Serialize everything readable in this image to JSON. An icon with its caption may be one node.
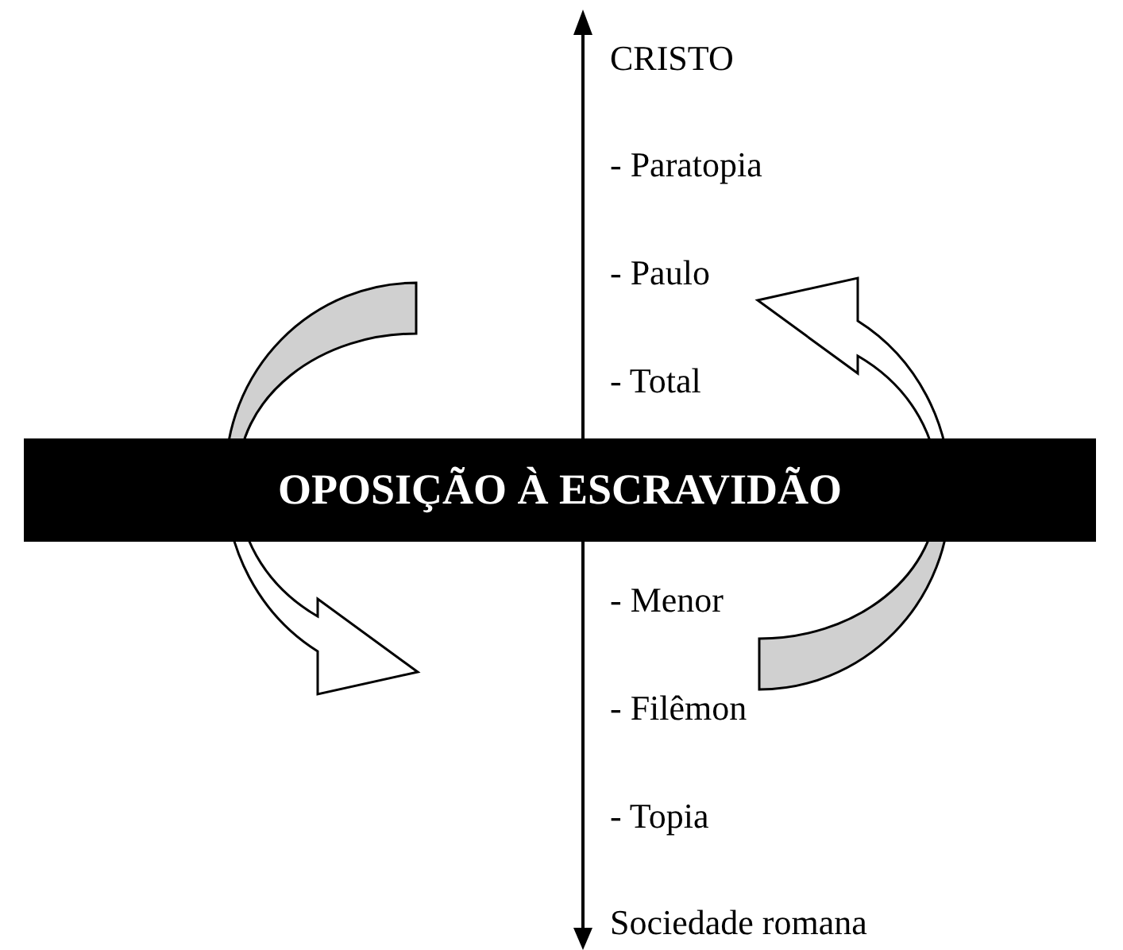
{
  "diagram": {
    "nodes": [
      {
        "text": [
          "OPOSIÇÃO À ESCRAVIDÃO"
        ]
      }
    ],
    "edges": [],
    "labels": [
      "CRISTO",
      "- Paratopia",
      "- Paulo",
      "- Total",
      "- Menor",
      "- Filêmon",
      "- Topia",
      "Sociedade romana"
    ]
  }
}
